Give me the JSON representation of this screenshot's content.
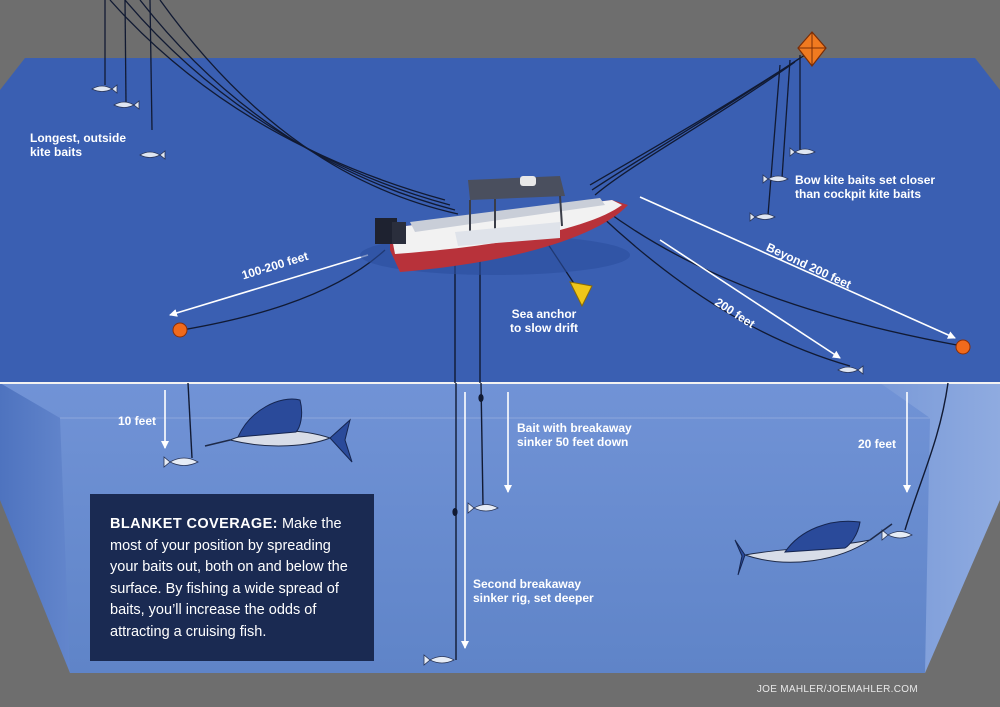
{
  "labels": {
    "outside_kite": "Longest, outside\nkite baits",
    "bow_kite": "Bow kite baits set closer\nthan cockpit kite baits",
    "dist_100_200": "100-200 feet",
    "dist_beyond_200": "Beyond 200 feet",
    "dist_200": "200 feet",
    "sea_anchor": "Sea anchor\nto slow drift",
    "depth_10": "10 feet",
    "depth_20": "20 feet",
    "breakaway_50": "Bait with breakaway\nsinker 50 feet down",
    "second_breakaway": "Second breakaway\nsinker rig, set deeper"
  },
  "note": {
    "title": "BLANKET COVERAGE:",
    "body": " Make the most of your position by spreading your baits out, both on and below the surface. By fishing a wide spread of baits, you’ll increase the odds of attracting a cruising fish."
  },
  "credit": "JOE MAHLER/JOEMAHLER.COM",
  "colors": {
    "surface": "#3a5fb2",
    "underwater": "#6a8ed2",
    "note_box": "#1a2a52",
    "buoy": "#f06a1c",
    "kite": "#f07a20",
    "hull": "#b8323a"
  }
}
